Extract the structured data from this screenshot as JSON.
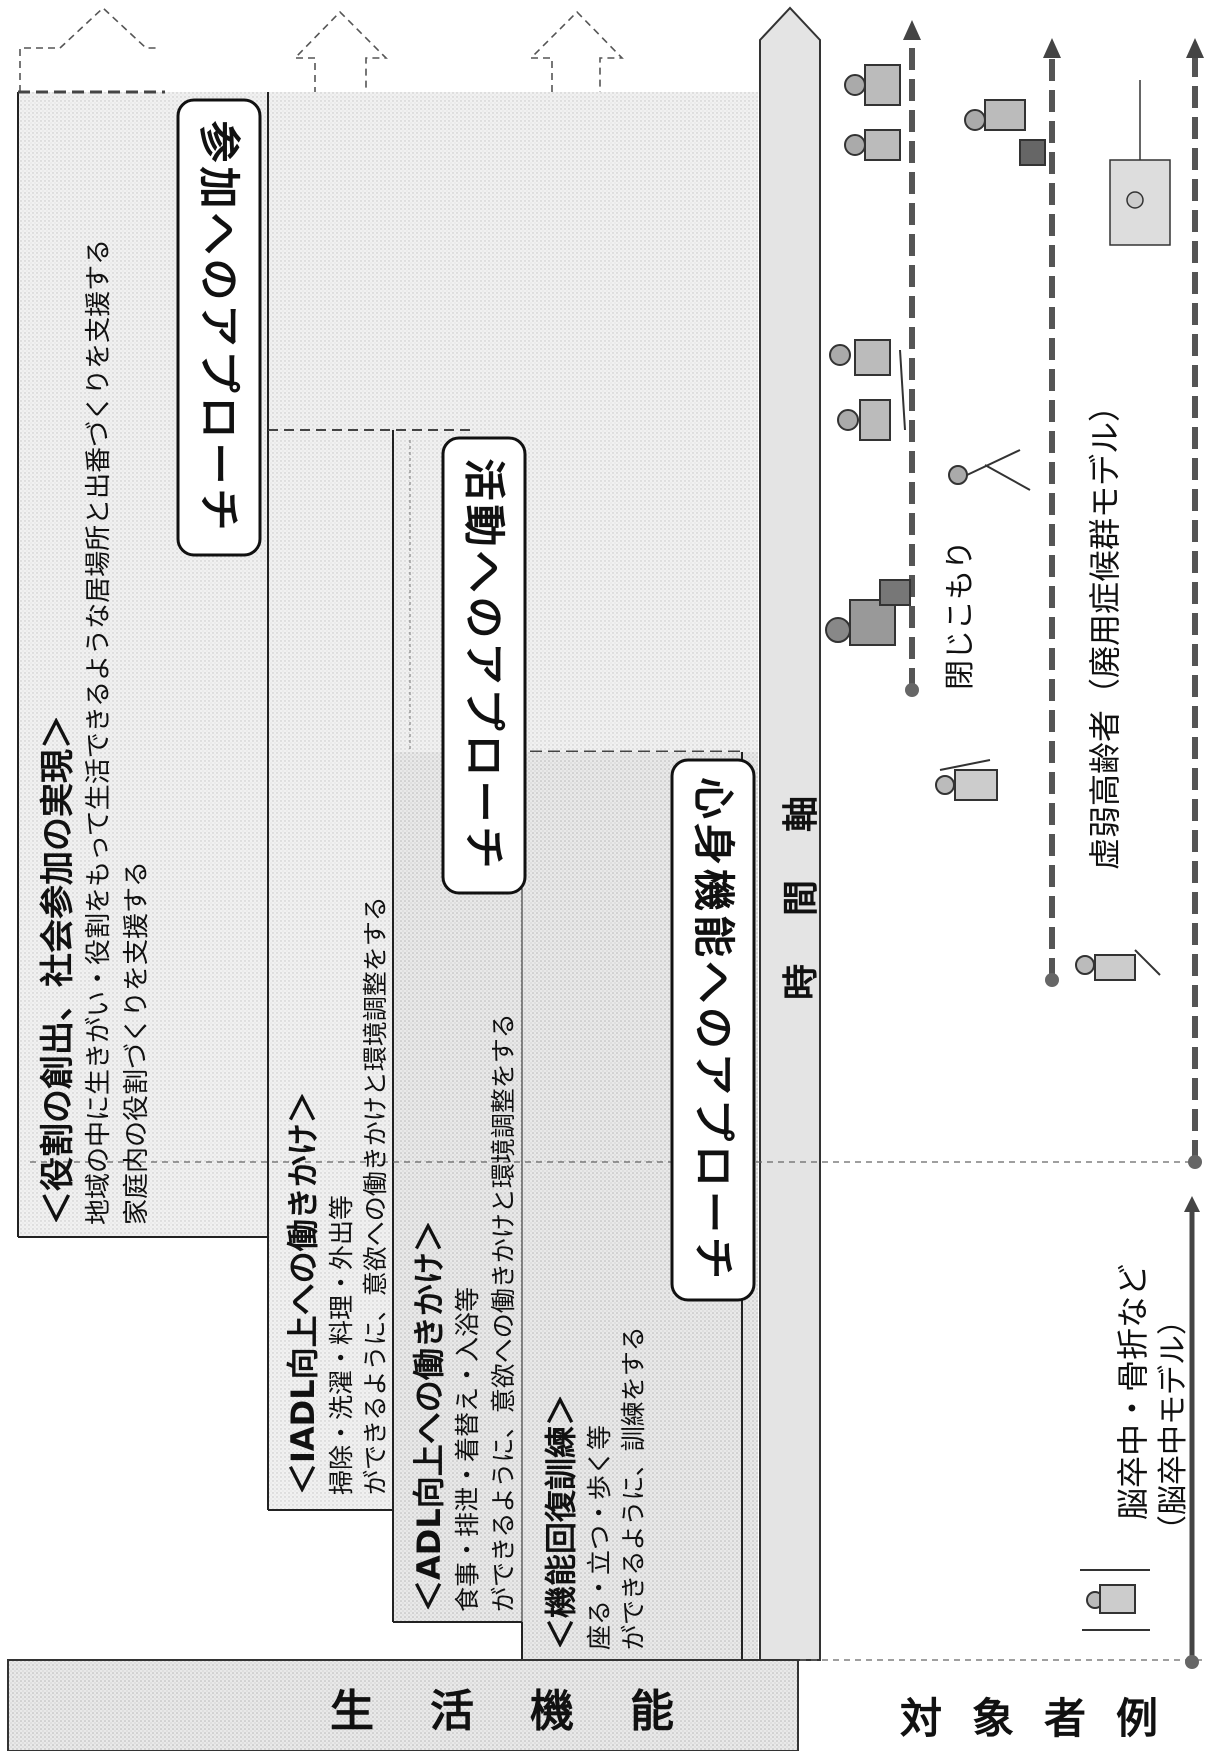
{
  "axis": {
    "life_function": "生活機能",
    "time_axis": "時間軸",
    "target_examples": "対象者例"
  },
  "approaches": {
    "participation": "参加へのアプローチ",
    "activity": "活動へのアプローチ",
    "body_function": "心身機能へのアプローチ"
  },
  "bands": {
    "role": {
      "heading": "＜役割の創出、社会参加の実現＞",
      "line1": "地域の中に生きがい・役割をもって生活できるような居場所と出番づくりを支援する",
      "line2": "家庭内の役割づくりを支援する"
    },
    "iadl": {
      "heading": "＜IADL向上への働きかけ＞",
      "line1": "掃除・洗濯・料理・外出等",
      "line2": "ができるように、意欲への働きかけと環境調整をする"
    },
    "adl": {
      "heading": "＜ADL向上への働きかけ＞",
      "line1": "食事・排泄・着替え・入浴等",
      "line2": "ができるように、意欲への働きかけと環境調整をする"
    },
    "recovery": {
      "heading": "＜機能回復訓練＞",
      "line1": "座る・立つ・歩く等",
      "line2": "ができるように、訓練をする"
    }
  },
  "models": {
    "stroke_title": "脳卒中・骨折など",
    "stroke_sub": "（脳卒中モデル）",
    "frail_title": "虚弱高齢者（廃用症候群モデル）",
    "withdrawn": "閉じこもり"
  }
}
